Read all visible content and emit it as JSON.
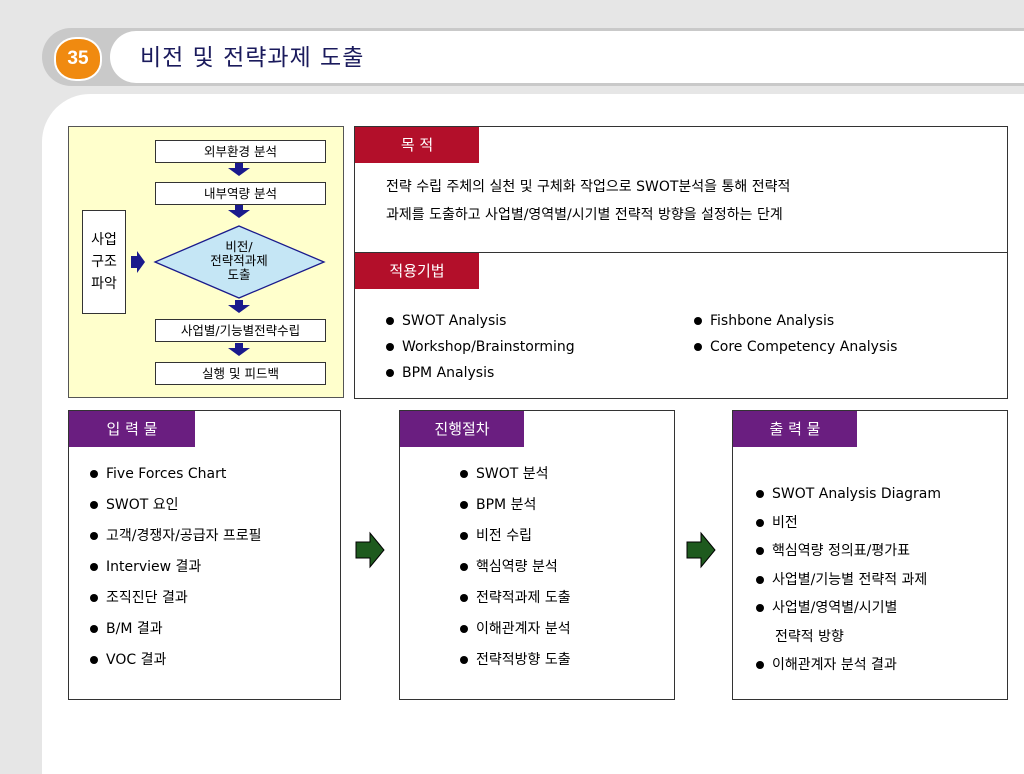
{
  "header": {
    "number": "35",
    "title": "비전 및 전략과제 도출"
  },
  "flow": {
    "steps": [
      "외부환경 분석",
      "내부역량 분석",
      "사업별/기능별전략수립",
      "실행 및 피드백"
    ],
    "diamond": [
      "비전/",
      "전략적과제",
      "도출"
    ],
    "side": [
      "사업",
      "구조",
      "파악"
    ]
  },
  "purpose": {
    "tag": "목   적",
    "lines": [
      "전략 수립 주체의 실천 및 구체화 작업으로 SWOT분석을 통해 전략적",
      "과제를 도출하고  사업별/영역별/시기별 전략적 방향을 설정하는 단계"
    ]
  },
  "methods": {
    "tag": "적용기법",
    "left": [
      "SWOT Analysis",
      "Workshop/Brainstorming",
      "BPM Analysis"
    ],
    "right": [
      "Fishbone Analysis",
      "Core Competency Analysis"
    ]
  },
  "inputs": {
    "tag": "입 력 물",
    "items": [
      "Five Forces Chart",
      "SWOT 요인",
      "고객/경쟁자/공급자 프로필",
      "Interview 결과",
      "조직진단 결과",
      "B/M 결과",
      "VOC 결과"
    ]
  },
  "process": {
    "tag": "진행절차",
    "items": [
      "SWOT 분석",
      "BPM 분석",
      "비전 수립",
      "핵심역량 분석",
      "전략적과제 도출",
      "이해관계자 분석",
      "전략적방향 도출"
    ]
  },
  "outputs": {
    "tag": "출 력 물",
    "items": [
      "SWOT Analysis Diagram",
      "비전",
      "핵심역량 정의표/평가표",
      "사업별/기능별 전략적 과제",
      "사업별/영역별/시기별",
      "이해관계자 분석 결과"
    ],
    "item5_cont": "전략적 방향"
  },
  "colors": {
    "accent_orange": "#f08a10",
    "tag_red": "#b30f2a",
    "tag_purple": "#6a1e80",
    "flow_bg": "#ffffcc",
    "arrow_navy": "#1a1a8c",
    "arrow_green": "#1a5a1a"
  }
}
